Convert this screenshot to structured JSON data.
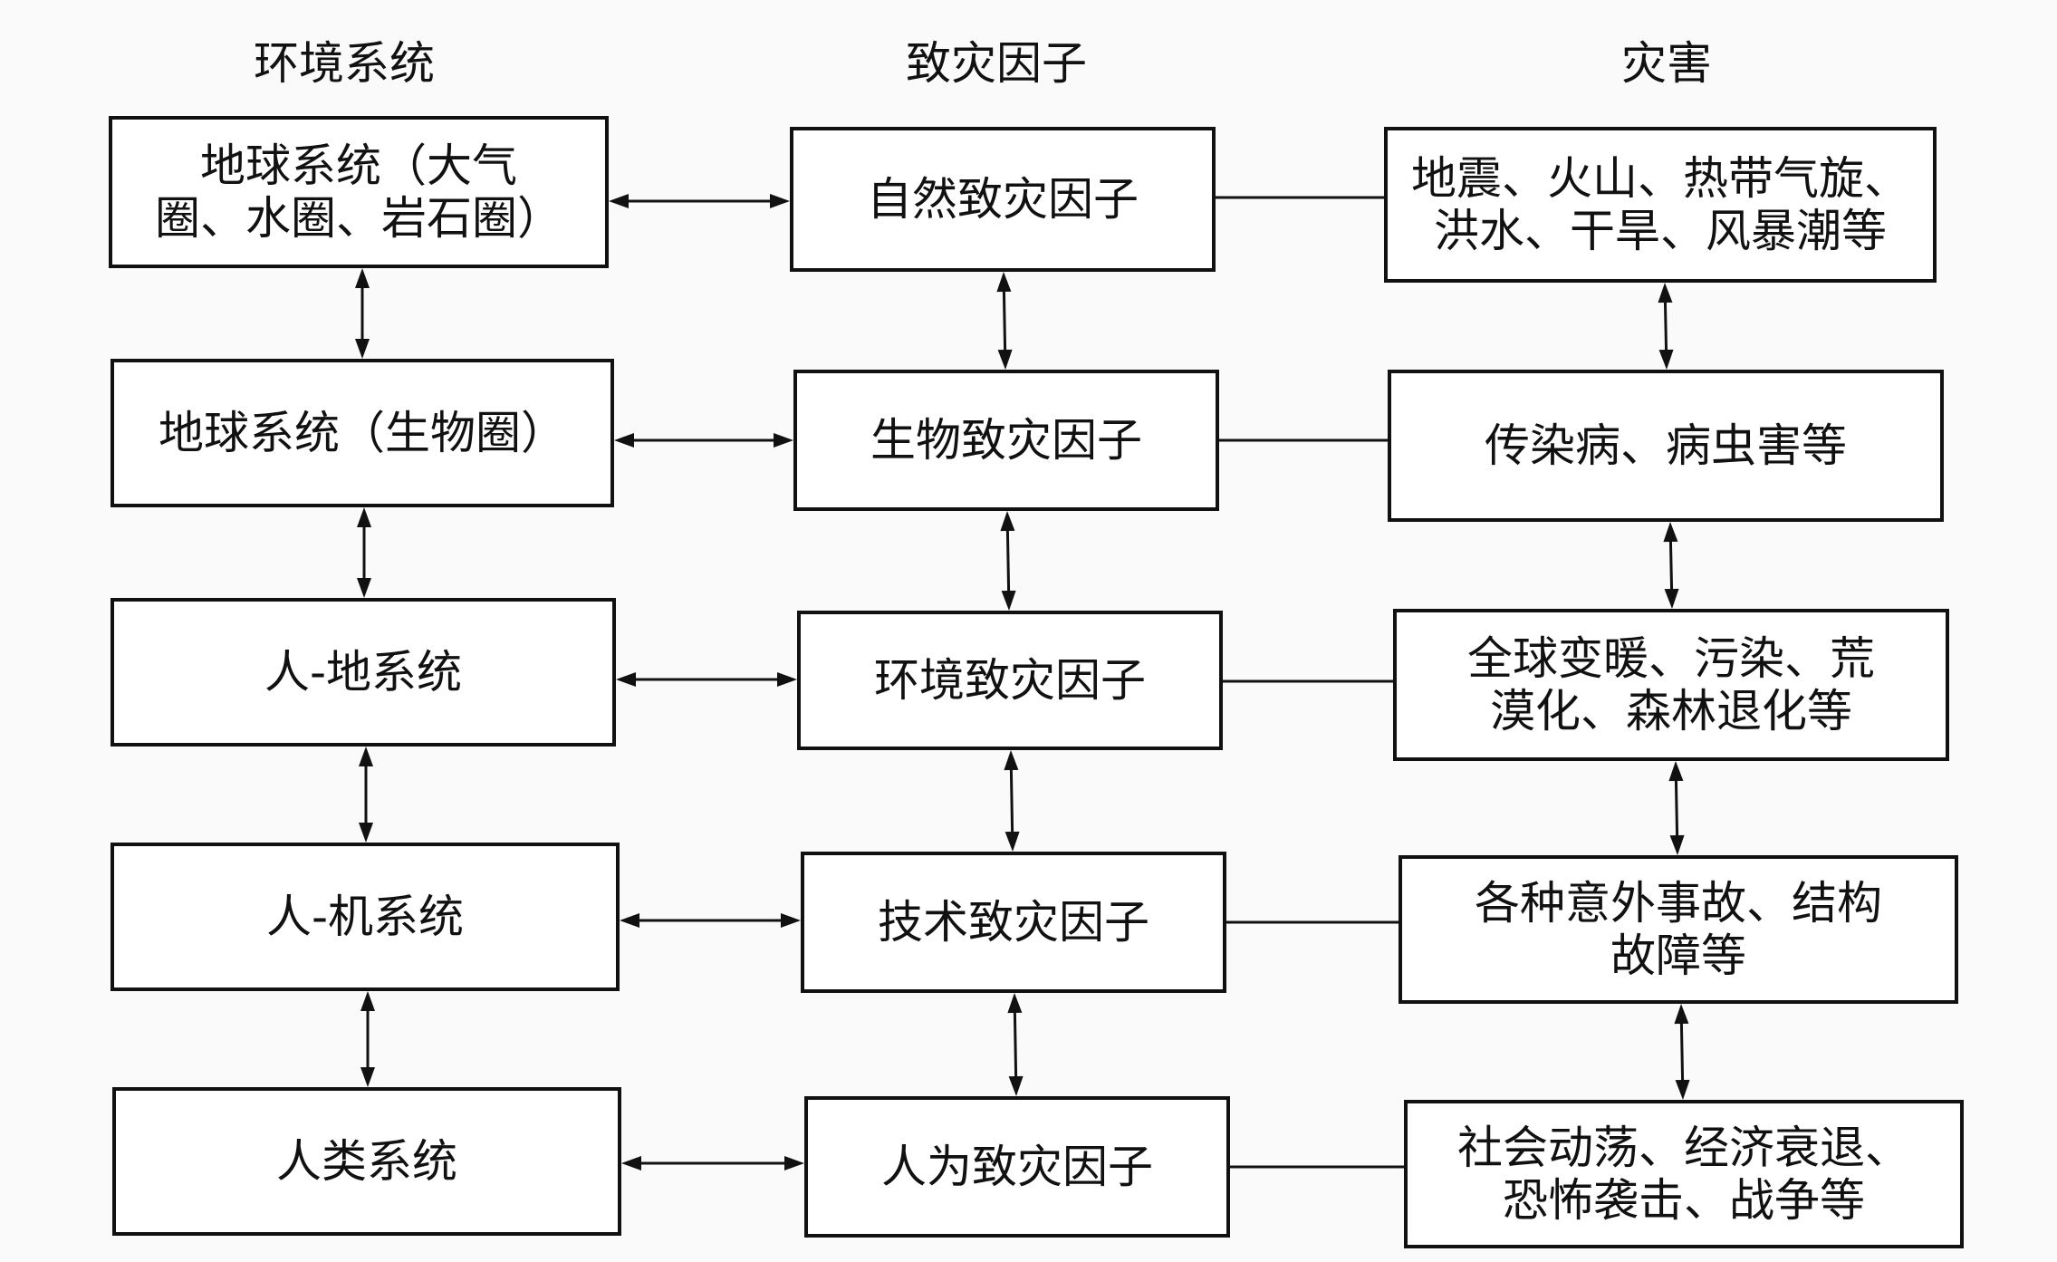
{
  "headers": {
    "environment": "环境系统",
    "factors": "致灾因子",
    "disasters": "灾害"
  },
  "rows": [
    {
      "environment": [
        "地球系统（大气",
        "圈、水圈、岩石圈）"
      ],
      "factor": "自然致灾因子",
      "disaster": [
        "地震、火山、热带气旋、",
        "洪水、干旱、风暴潮等"
      ]
    },
    {
      "environment": [
        "地球系统（生物圈）"
      ],
      "factor": "生物致灾因子",
      "disaster": [
        "传染病、病虫害等"
      ]
    },
    {
      "environment": [
        "人-地系统"
      ],
      "factor": "环境致灾因子",
      "disaster": [
        "全球变暖、污染、荒",
        "漠化、森林退化等"
      ]
    },
    {
      "environment": [
        "人-机系统"
      ],
      "factor": "技术致灾因子",
      "disaster": [
        "各种意外事故、结构",
        "故障等"
      ]
    },
    {
      "environment": [
        "人类系统"
      ],
      "factor": "人为致灾因子",
      "disaster": [
        "社会动荡、经济衰退、",
        "恐怖袭击、战争等"
      ]
    }
  ],
  "colors": {
    "stroke": "#111111",
    "box_fill": "#ffffff",
    "background": "#fafafa"
  }
}
